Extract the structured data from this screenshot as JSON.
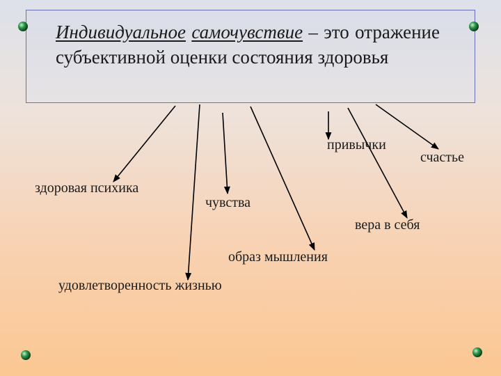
{
  "definition": {
    "term_part1": "Индивидуальное",
    "term_part2": "самочувствие",
    "rest": "– это отражение субъективной оценки состояния здоровья"
  },
  "nodes": [
    {
      "key": "mental_health",
      "label": "здоровая психика"
    },
    {
      "key": "feelings",
      "label": "чувства"
    },
    {
      "key": "habits",
      "label": "привычки"
    },
    {
      "key": "happiness",
      "label": "счастье"
    },
    {
      "key": "self_confidence",
      "label": "вера в себя"
    },
    {
      "key": "way_of_thinking",
      "label": "образ мышления"
    },
    {
      "key": "life_satisfaction",
      "label": "удовлетворенность жизнью"
    }
  ],
  "colors": {
    "arrow": "#000000",
    "box_border": "#6a6fb6",
    "bullet": "#2e9a4a"
  },
  "icons": [
    "green-sphere-bullet-icon"
  ]
}
